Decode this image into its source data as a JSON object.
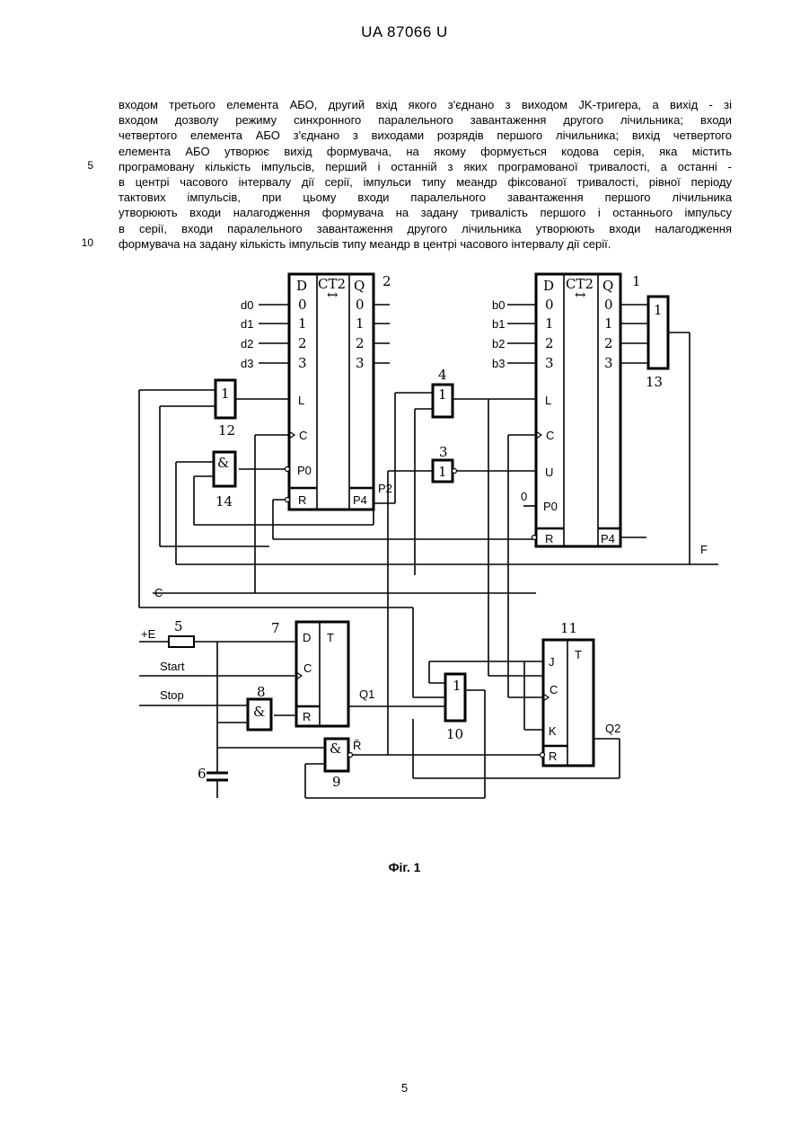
{
  "header": {
    "doc_code": "UA   87066   U"
  },
  "body_lines": [
    "входом третього елемента АБО, другий вхід якого з'єднано з виходом JK-тригера, а вихід - зі",
    "входом дозволу режиму синхронного паралельного завантаження другого лічильника; входи",
    "четвертого елемента АБО з'єднано з виходами розрядів першого лічильника; вихід четвертого",
    "елемента АБО утворює вихід формувача, на якому формується кодова серія, яка містить",
    "програмовану кількість імпульсів, перший і останній з яких програмованої тривалості, а останні -",
    "в центрі часового інтервалу дії серії, імпульси типу меандр фіксованої тривалості, рівної періоду",
    "тактових імпульсів, при цьому входи паралельного завантаження першого лічильника",
    "утворюють входи налагодження формувача на задану тривалість першого і останнього імпульсу",
    "в серії, входи паралельного завантаження другого лічильника утворюють входи налагодження",
    "формувача на задану кількість імпульсів типу меандр в центрі часового інтервалу дії серії."
  ],
  "line_numbers": [
    "5",
    "10"
  ],
  "figure": {
    "counter2": {
      "ref": "2",
      "hdr_d": "D",
      "hdr_ct": "CT2",
      "hdr_q": "Q",
      "inputs": [
        "d0",
        "d1",
        "d2",
        "d3"
      ],
      "in_pins": [
        "0",
        "1",
        "2",
        "3"
      ],
      "out_pins": [
        "0",
        "1",
        "2",
        "3"
      ],
      "pin_l": "L",
      "pin_c": "C",
      "pin_p0": "P0",
      "pin_r": "R",
      "pin_p4": "P4",
      "out_p2": "P2"
    },
    "counter1": {
      "ref": "1",
      "hdr_d": "D",
      "hdr_ct": "CT2",
      "hdr_q": "Q",
      "inputs": [
        "b0",
        "b1",
        "b2",
        "b3"
      ],
      "in_pins": [
        "0",
        "1",
        "2",
        "3"
      ],
      "out_pins": [
        "0",
        "1",
        "2",
        "3"
      ],
      "pin_l": "L",
      "pin_c": "C",
      "pin_u": "U",
      "pin_p0": "P0",
      "pin_r": "R",
      "pin_p4": "P4",
      "p0_const": "0"
    },
    "gate12": {
      "sym": "1",
      "ref": "12"
    },
    "gate14": {
      "sym": "&",
      "ref": "14"
    },
    "gate4": {
      "sym": "1",
      "ref": "4"
    },
    "gate3": {
      "sym": "1",
      "ref": "3"
    },
    "gate13": {
      "sym": "1",
      "ref": "13"
    },
    "gate8": {
      "sym": "&",
      "ref": "8"
    },
    "gate9": {
      "sym": "&",
      "ref": "9",
      "out": "R̄"
    },
    "gate10": {
      "sym": "1",
      "ref": "10"
    },
    "ff7": {
      "ref": "7",
      "pin_d": "D",
      "pin_c": "C",
      "pin_r": "R",
      "type": "T",
      "out": "Q1"
    },
    "ff11": {
      "ref": "11",
      "pin_j": "J",
      "pin_c": "C",
      "pin_k": "K",
      "pin_r": "R",
      "type": "T",
      "out": "Q2"
    },
    "resistor": {
      "ref": "5",
      "supply": "+E"
    },
    "capacitor": {
      "ref": "6"
    },
    "signals": {
      "start": "Start",
      "stop": "Stop",
      "clock": "C",
      "output": "F"
    }
  },
  "caption": "Фіг. 1",
  "page_number": "5"
}
